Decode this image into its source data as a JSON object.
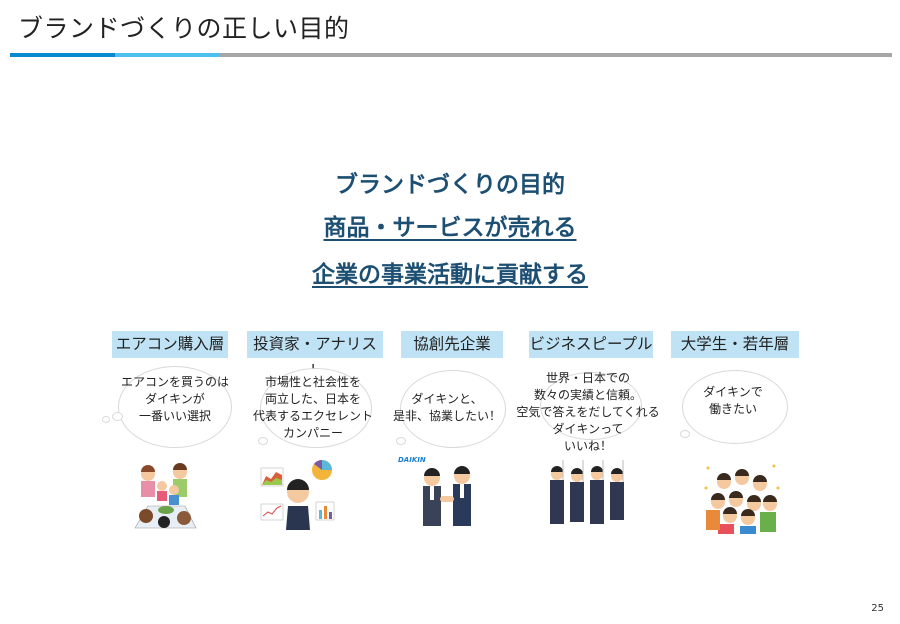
{
  "slide": {
    "title": "ブランドづくりの正しい目的",
    "page_number": "25",
    "accent_colors": {
      "dark_blue": "#0a88d0",
      "light_blue": "#4fc0ee",
      "gray": "#a6a6a6",
      "heading": "#1d4f73",
      "label_bg": "#bfe3f4"
    }
  },
  "main": {
    "heading_line1": "ブランドづくりの目的",
    "heading_line2": "商品・サービスが売れる",
    "heading_line3": "企業の事業活動に貢献する"
  },
  "segments": [
    {
      "label": "エアコン購入層",
      "bubble": [
        "エアコンを買うのは",
        "ダイキンが",
        "一番いい選択"
      ],
      "illustration": "family-icon"
    },
    {
      "label": "投資家・アナリスト",
      "bubble": [
        "市場性と社会性を",
        "両立した、日本を",
        "代表するエクセレント",
        "カンパニー"
      ],
      "illustration": "analyst-icon"
    },
    {
      "label": "協創先企業",
      "bubble": [
        "ダイキンと、",
        "是非、協業したい！"
      ],
      "illustration": "handshake-icon",
      "logo": "DAIKIN"
    },
    {
      "label": "ビジネスピープル",
      "bubble": [
        "世界・日本での",
        "数々の実績と信頼。",
        "空気で答えをだしてくれる",
        "ダイキンって",
        "いいね！"
      ],
      "illustration": "business-people-icon"
    },
    {
      "label": "大学生・若年層",
      "bubble": [
        "ダイキンで",
        "働きたい"
      ],
      "illustration": "young-people-icon"
    }
  ]
}
